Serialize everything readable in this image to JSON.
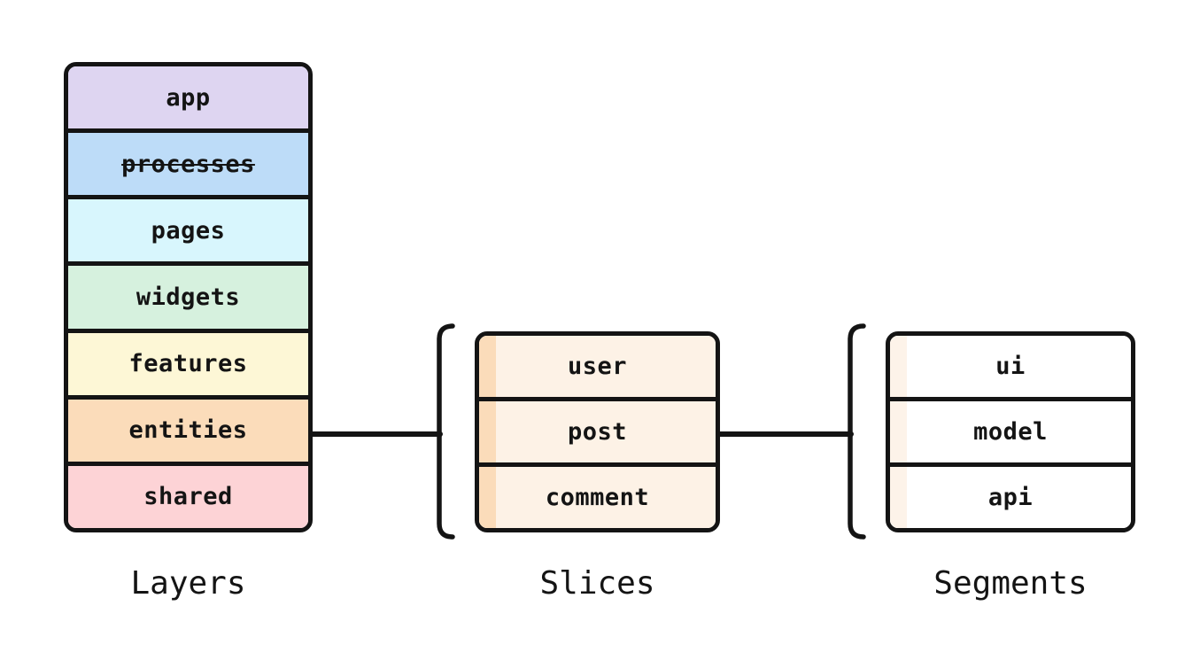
{
  "diagram": {
    "line_color": "#141414",
    "layers": {
      "title": "Layers",
      "items": [
        {
          "label": "app",
          "fill": "#ded5f1",
          "decoration": "none"
        },
        {
          "label": "processes",
          "fill": "#bddcf8",
          "decoration": "line-through"
        },
        {
          "label": "pages",
          "fill": "#d8f6fd",
          "decoration": "none"
        },
        {
          "label": "widgets",
          "fill": "#d6f1de",
          "decoration": "none"
        },
        {
          "label": "features",
          "fill": "#fdf7d6",
          "decoration": "none"
        },
        {
          "label": "entities",
          "fill": "#fbdcba",
          "decoration": "none"
        },
        {
          "label": "shared",
          "fill": "#fdd3d6",
          "decoration": "none"
        }
      ]
    },
    "slices": {
      "title": "Slices",
      "body": "#fdf2e6",
      "stripe": "#fbdcba",
      "items": [
        {
          "label": "user"
        },
        {
          "label": "post"
        },
        {
          "label": "comment"
        }
      ]
    },
    "segments": {
      "title": "Segments",
      "body": "#ffffff",
      "stripe": "#fdf3e9",
      "items": [
        {
          "label": "ui"
        },
        {
          "label": "model"
        },
        {
          "label": "api"
        }
      ]
    }
  }
}
